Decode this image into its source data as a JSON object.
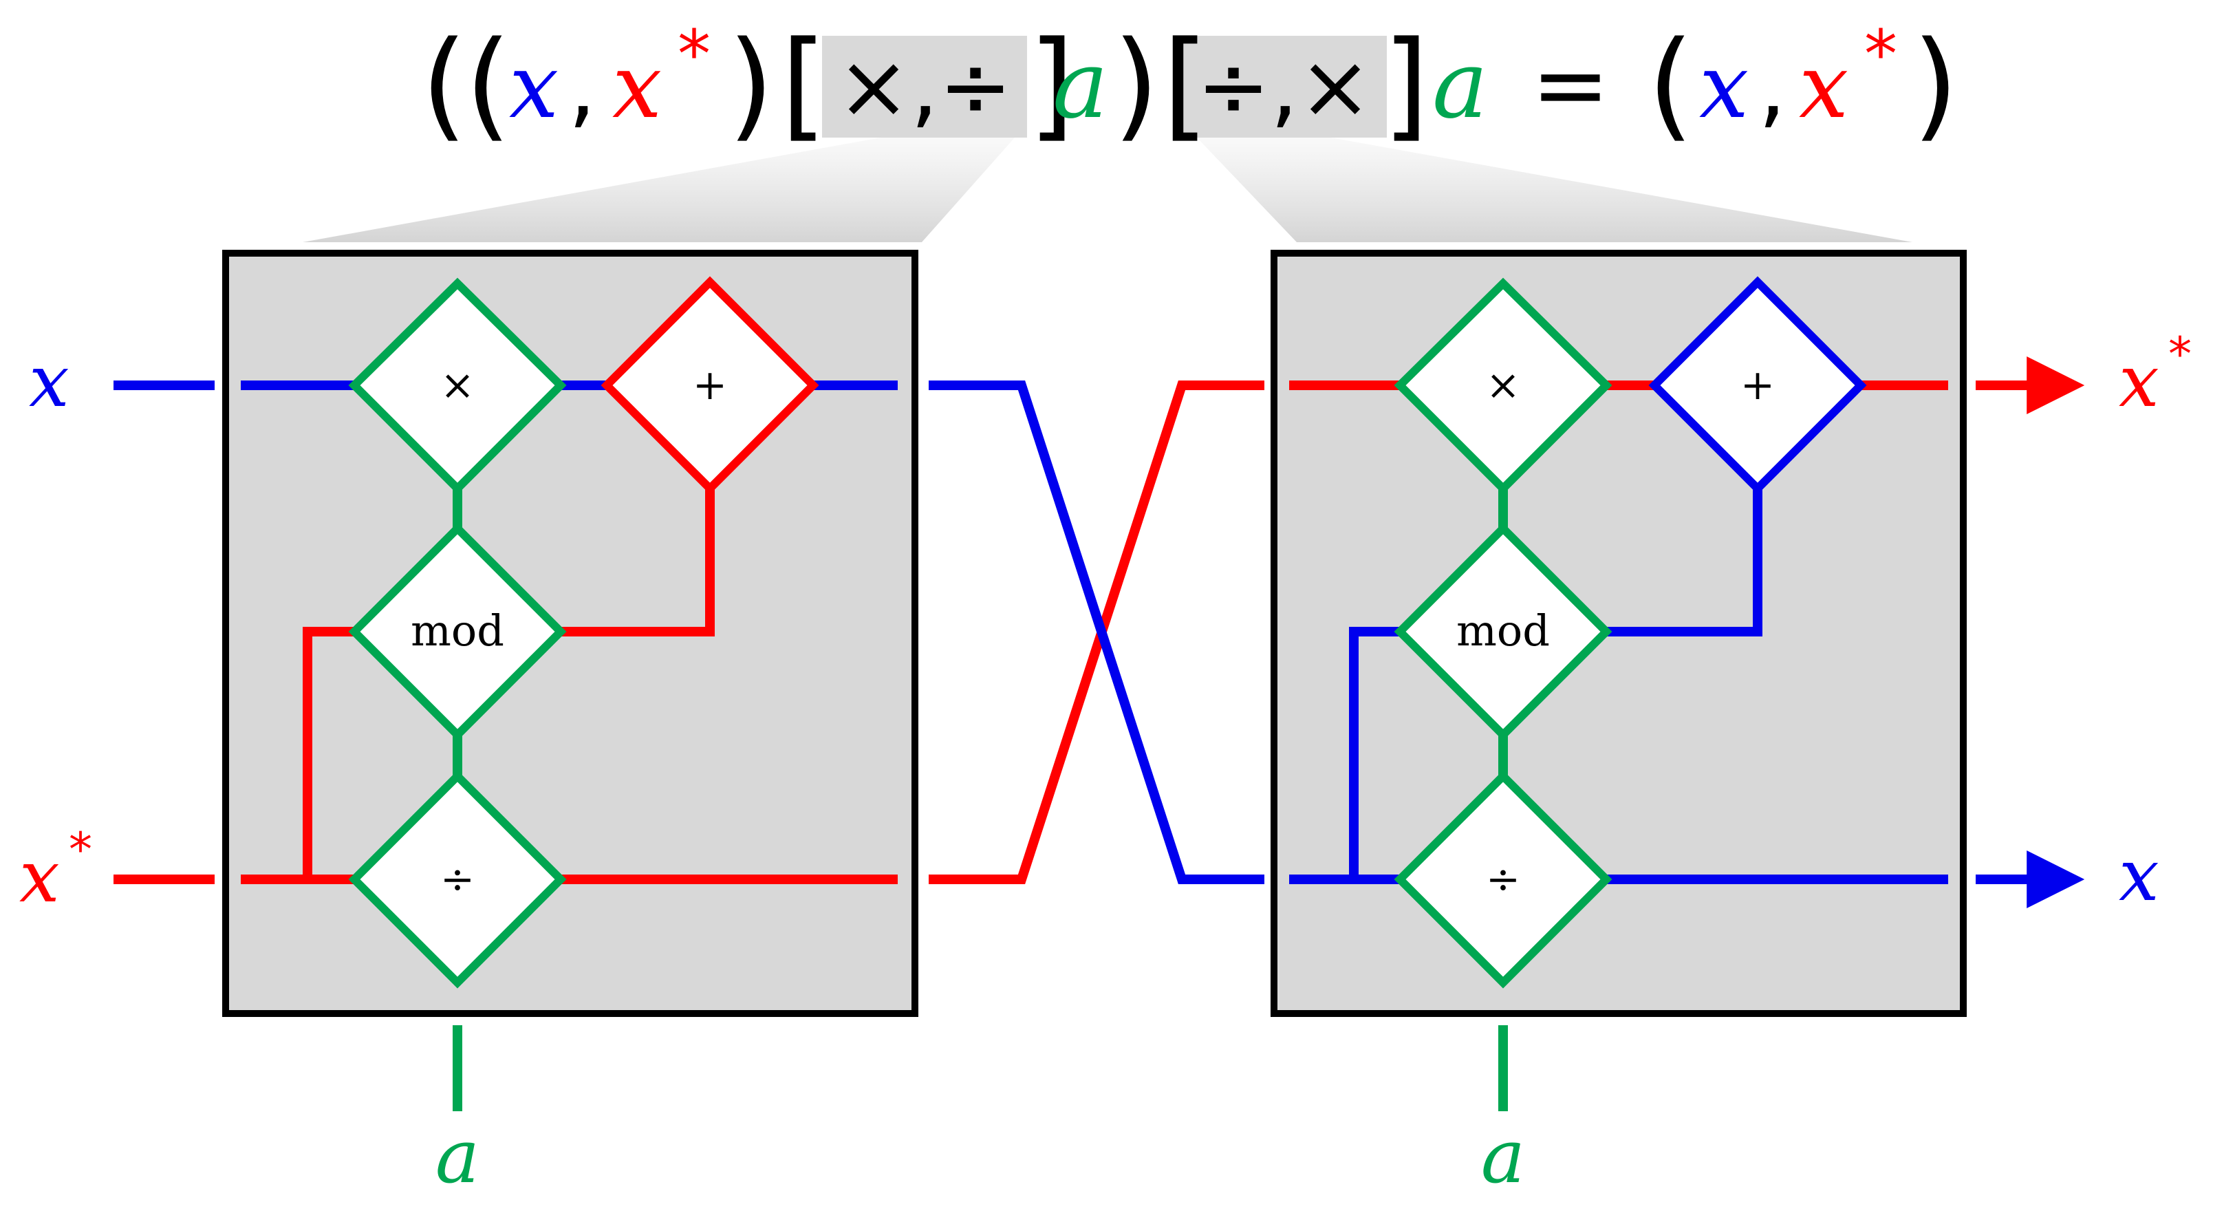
{
  "colors": {
    "x": "#0000ee",
    "x_star": "#ff0000",
    "a": "#00a651",
    "ink": "#000000",
    "box_fill": "#d8d8d8",
    "highlight": "#d9d9d9"
  },
  "equation": {
    "open_outer": "(",
    "open_inner": "(",
    "x": "x",
    "comma1": ",",
    "x_star": "x",
    "star": "*",
    "close_inner": ")",
    "bracket1_open": "[",
    "op1": "×,÷",
    "bracket1_close": "]",
    "a1": "a",
    "close_outer": ")",
    "bracket2_open": "[",
    "op2": "÷,×",
    "bracket2_close": "]",
    "a2": "a",
    "equals": "=",
    "rhs_open": "(",
    "rhs_x": "x",
    "rhs_comma": ",",
    "rhs_x_star": "x",
    "rhs_star": "*",
    "rhs_close": ")"
  },
  "left_block": {
    "times": "×",
    "plus": "+",
    "mod": "mod",
    "divide": "÷"
  },
  "right_block": {
    "times": "×",
    "plus": "+",
    "mod": "mod",
    "divide": "÷"
  },
  "labels": {
    "input_x": "x",
    "input_x_star": "x",
    "input_x_star_sup": "*",
    "output_x_star": "x",
    "output_x_star_sup": "*",
    "output_x": "x",
    "a_left": "a",
    "a_right": "a"
  }
}
